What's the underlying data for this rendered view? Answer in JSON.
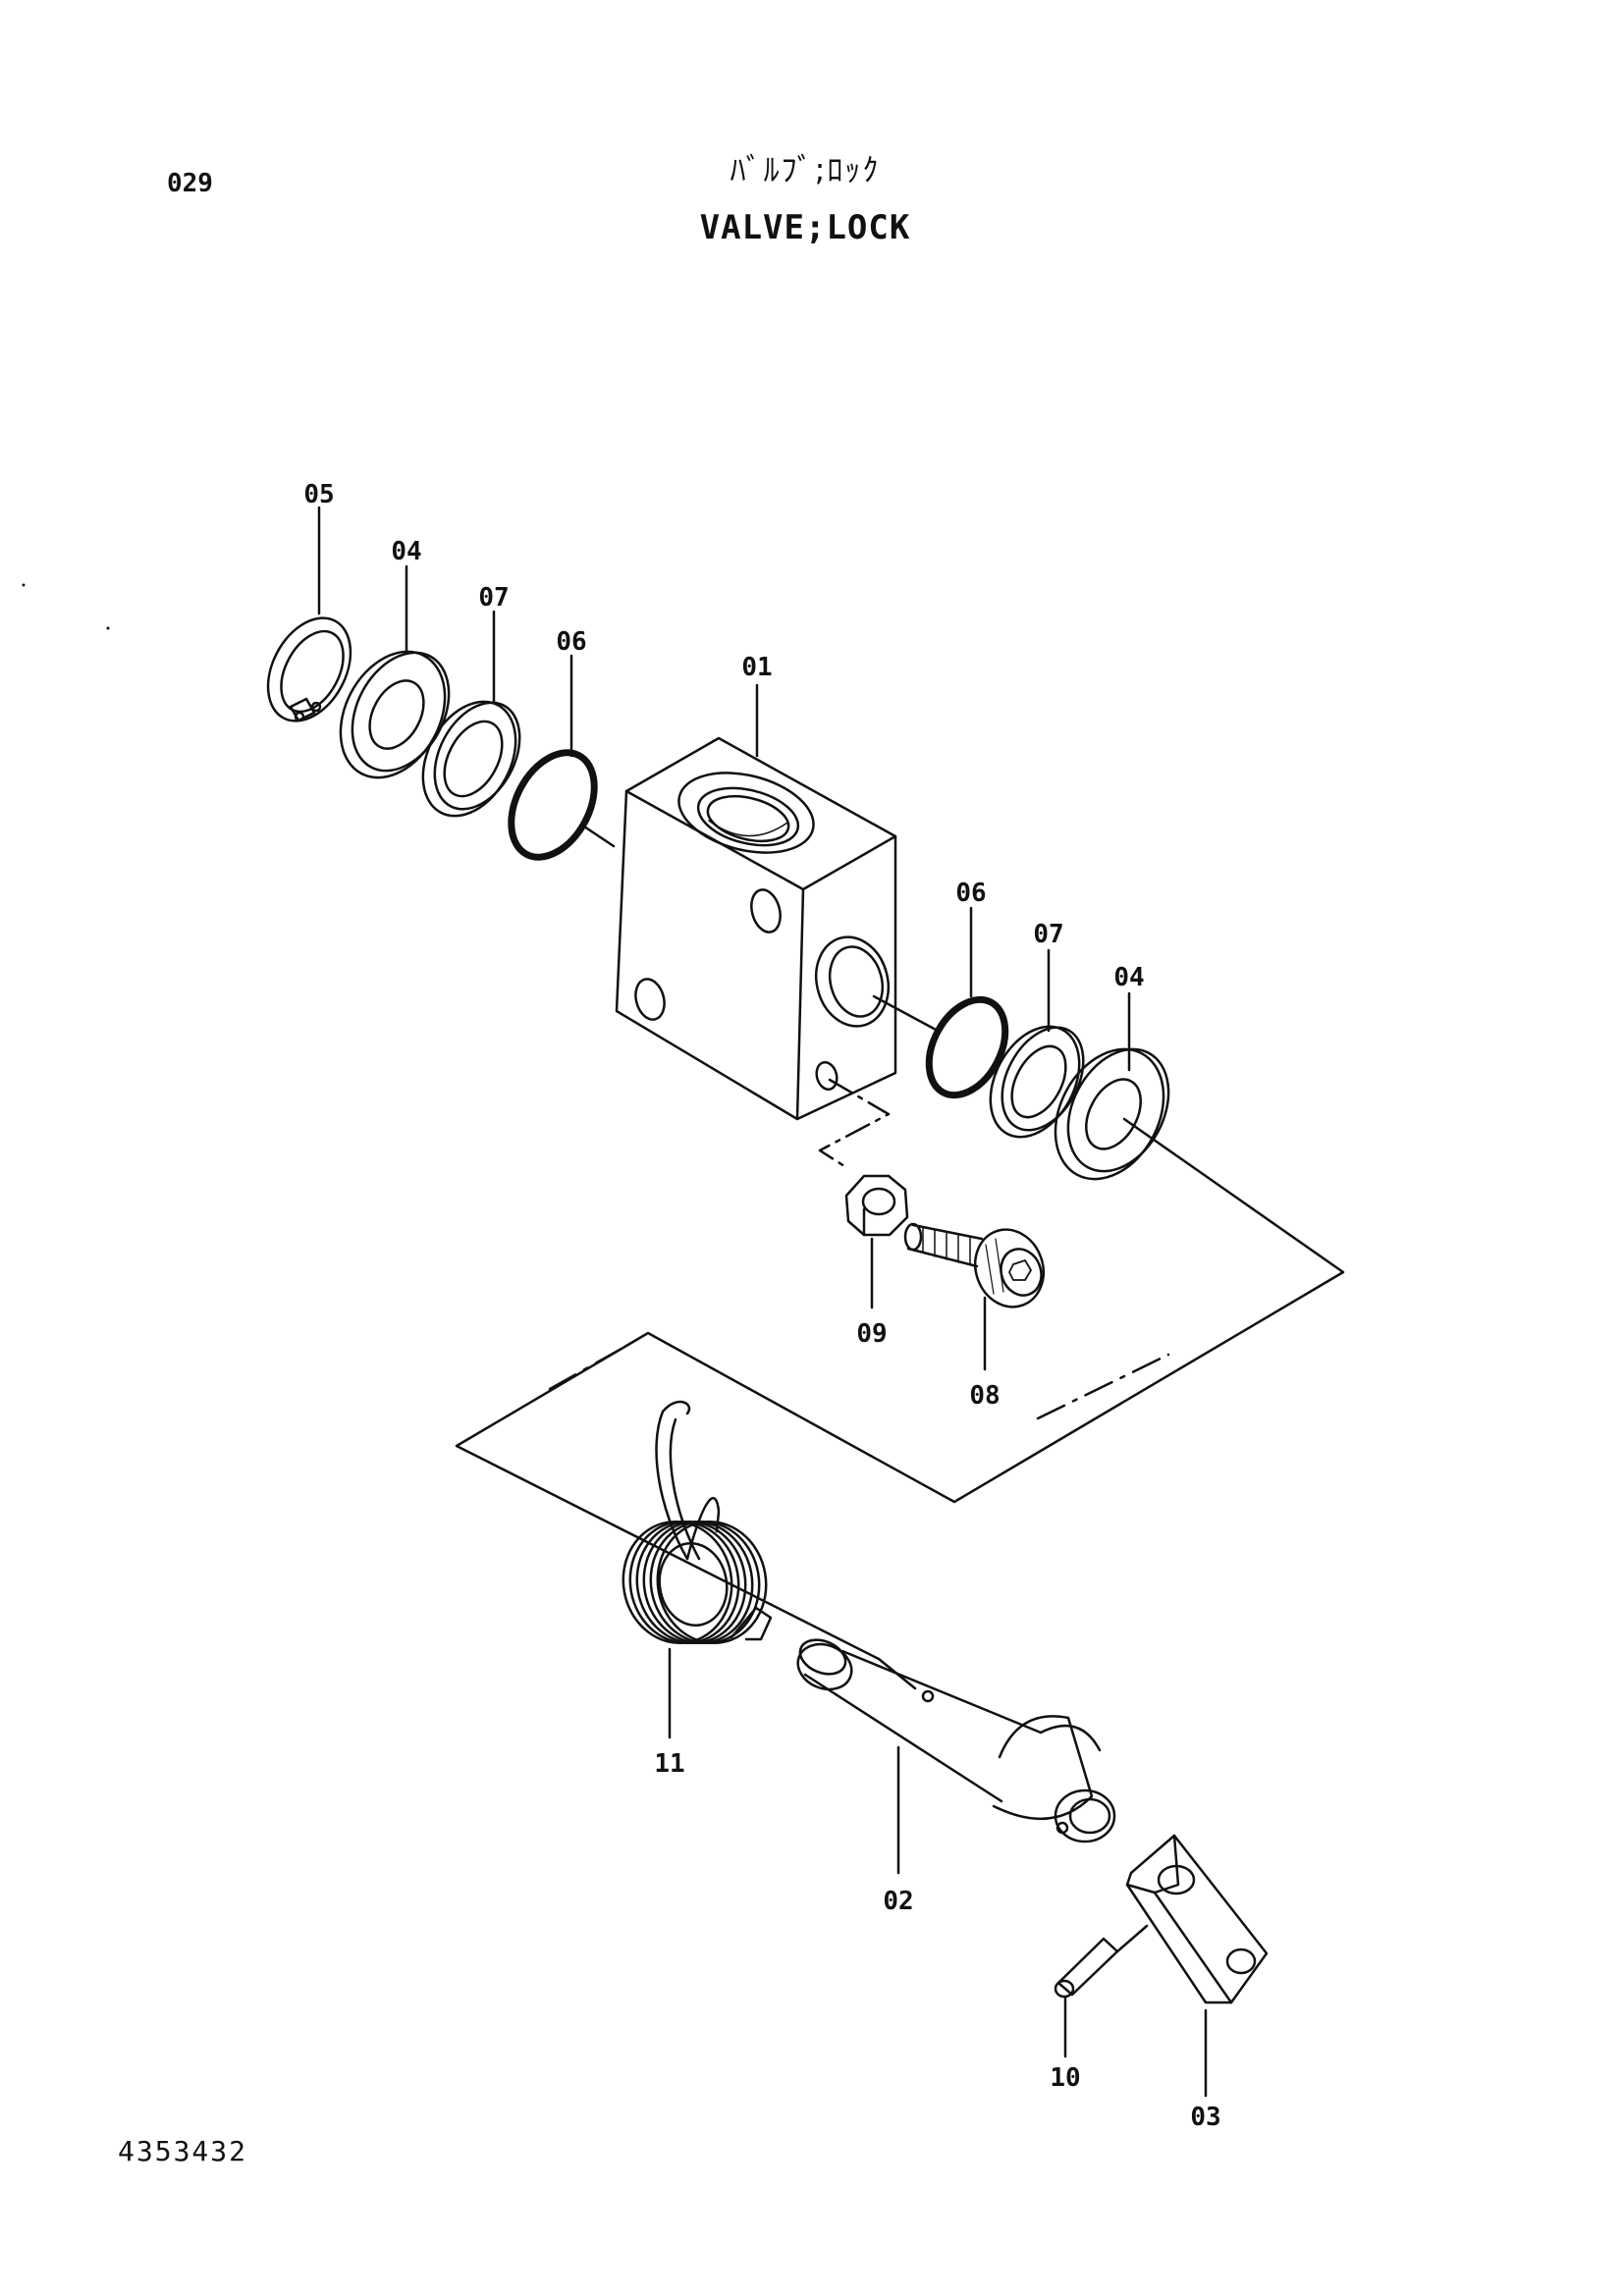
{
  "header": {
    "page_code": "029",
    "title_jp": "ﾊﾞﾙﾌﾞ;ﾛｯｸ",
    "title_en": "VALVE;LOCK"
  },
  "footer": {
    "document_number": "4353432"
  },
  "callouts": {
    "c01": "01",
    "c02": "02",
    "c03": "03",
    "c04a": "04",
    "c04b": "04",
    "c05": "05",
    "c06a": "06",
    "c06b": "06",
    "c07a": "07",
    "c07b": "07",
    "c08": "08",
    "c09": "09",
    "c10": "10",
    "c11": "11"
  }
}
